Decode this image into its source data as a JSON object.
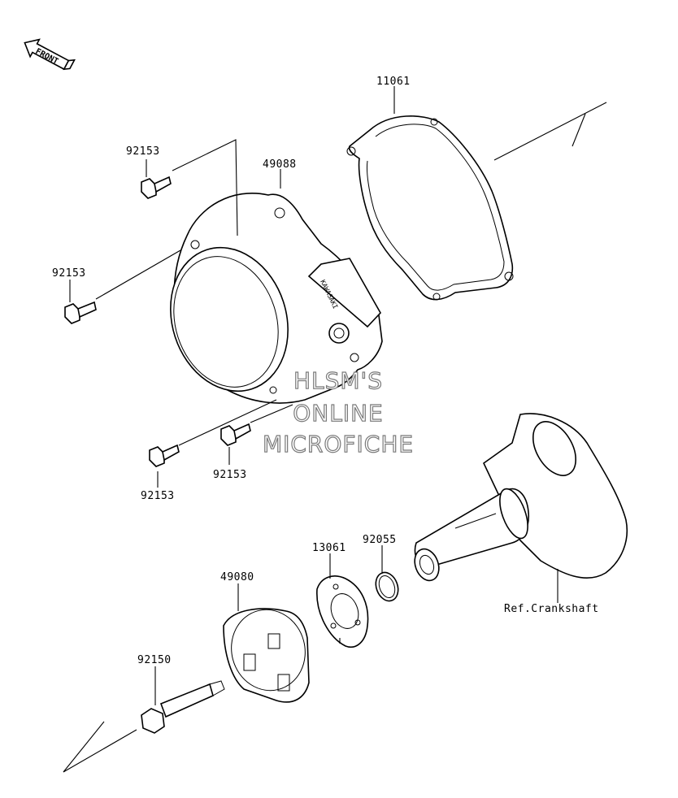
{
  "front_label": "FRONT",
  "cover_brand": "KAWASAKI",
  "watermark": [
    "HLSM'S",
    "ONLINE",
    "MICROFICHE"
  ],
  "parts": [
    {
      "id": "gasket",
      "number": "11061"
    },
    {
      "id": "cover",
      "number": "49088"
    },
    {
      "id": "bolt-top",
      "number": "92153"
    },
    {
      "id": "bolt-left",
      "number": "92153"
    },
    {
      "id": "bolt-bottom-left",
      "number": "92153"
    },
    {
      "id": "bolt-bottom-right",
      "number": "92153"
    },
    {
      "id": "flange",
      "number": "13061"
    },
    {
      "id": "o-ring",
      "number": "92055"
    },
    {
      "id": "recoil-cup",
      "number": "49080"
    },
    {
      "id": "center-bolt",
      "number": "92150"
    }
  ],
  "reference": "Ref.Crankshaft"
}
